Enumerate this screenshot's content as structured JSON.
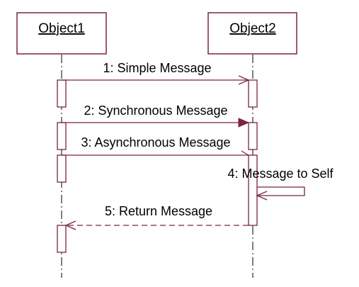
{
  "objects": [
    {
      "name": "Object1"
    },
    {
      "name": "Object2"
    }
  ],
  "messages": [
    {
      "label": "1: Simple Message",
      "kind": "simple"
    },
    {
      "label": "2: Synchronous Message",
      "kind": "synchronous"
    },
    {
      "label": "3: Asynchronous Message",
      "kind": "asynchronous"
    },
    {
      "label": "4: Message to Self",
      "kind": "self"
    },
    {
      "label": "5: Return Message",
      "kind": "return"
    }
  ],
  "colors": {
    "line": "#7a2348",
    "text": "#000000",
    "background": "#ffffff"
  }
}
